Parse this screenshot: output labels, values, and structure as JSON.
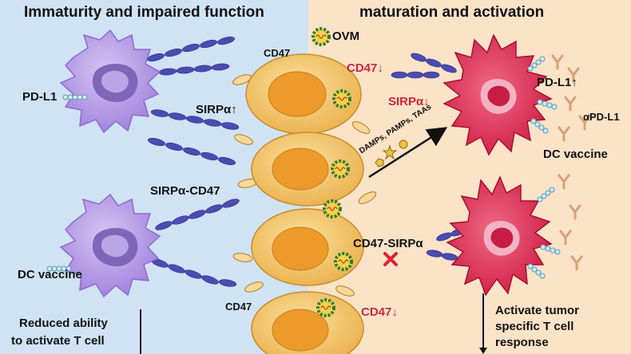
{
  "left_panel": {
    "title": "Immaturity and impaired function",
    "labels": {
      "pdl1": "PD-L1",
      "sirpa_up": "SIRPα↑",
      "sirpa_cd47": "SIRPα-CD47",
      "dc_vaccine": "DC vaccine",
      "reduced_line1": "Reduced ability",
      "reduced_line2": "to activate T cell"
    }
  },
  "center": {
    "cd47_top": "CD47",
    "cd47_bottom": "CD47",
    "ovm": "OVM"
  },
  "right_panel": {
    "title": "maturation and activation",
    "labels": {
      "cd47_down_top": "CD47↓",
      "sirpa_down": "SIRPα↓",
      "pdl1_up": "PD-L1↑",
      "anti_pdl1": "αPD-L1",
      "dc_vaccine": "DC vaccine",
      "arrow_text": "DAMPs, PAMPs, TAAs",
      "cd47_sirpa": "CD47-SIRPα",
      "cd47_down_bottom": "CD47↓",
      "activate_line1": "Activate tumor",
      "activate_line2": "specific T cell",
      "activate_line3": "response"
    }
  },
  "colors": {
    "left_bg": "#cfe3f4",
    "right_bg": "#fbe3c8",
    "tumor_cell": "#f1bd55",
    "tumor_nucleus": "#ec9a2a",
    "purple_dc": "#b79be6",
    "red_dc": "#de2a52",
    "receptor": "#4b4bb2",
    "accent_red": "#d0253a"
  }
}
